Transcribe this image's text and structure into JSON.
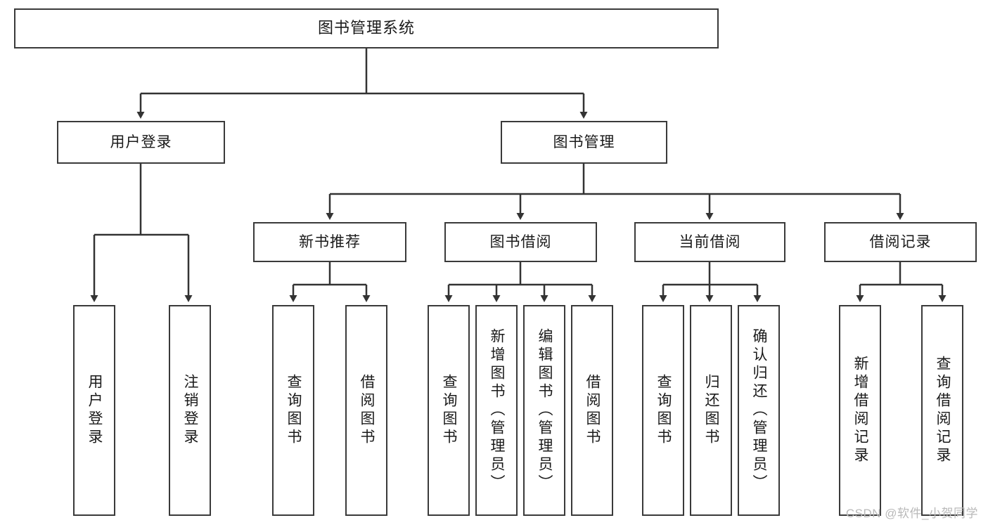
{
  "diagram": {
    "title": "图书管理系统",
    "type": "hierarchy-tree",
    "watermark": "CSDN @软件_小贺同学",
    "colors": {
      "box_border": "#3a3a3a",
      "box_fill": "#ffffff",
      "connector": "#333333",
      "text": "#1a1a1a",
      "watermark": "#b9b9b9"
    },
    "nodes": {
      "root": {
        "label": "图书管理系统"
      },
      "level1": [
        {
          "id": "user-login",
          "label": "用户登录"
        },
        {
          "id": "book-manage",
          "label": "图书管理"
        }
      ],
      "level2": [
        {
          "id": "new-book-recommend",
          "label": "新书推荐"
        },
        {
          "id": "book-borrow",
          "label": "图书借阅"
        },
        {
          "id": "current-borrow",
          "label": "当前借阅"
        },
        {
          "id": "borrow-record",
          "label": "借阅记录"
        }
      ],
      "leaves": {
        "user_login": [
          {
            "id": "leaf-user-login",
            "label": "用户登录"
          },
          {
            "id": "leaf-logout",
            "label": "注销登录"
          }
        ],
        "new_book_recommend": [
          {
            "id": "leaf-query-book-1",
            "label": "查询图书"
          },
          {
            "id": "leaf-borrow-book-1",
            "label": "借阅图书"
          }
        ],
        "book_borrow": [
          {
            "id": "leaf-query-book-2",
            "label": "查询图书"
          },
          {
            "id": "leaf-add-book",
            "label": "新增图书（管理员）"
          },
          {
            "id": "leaf-edit-book",
            "label": "编辑图书（管理员）"
          },
          {
            "id": "leaf-borrow-book-2",
            "label": "借阅图书"
          }
        ],
        "current_borrow": [
          {
            "id": "leaf-query-book-3",
            "label": "查询图书"
          },
          {
            "id": "leaf-return-book",
            "label": "归还图书"
          },
          {
            "id": "leaf-confirm-return",
            "label": "确认归还（管理员）"
          }
        ],
        "borrow_record": [
          {
            "id": "leaf-add-record",
            "label": "新增借阅记录"
          },
          {
            "id": "leaf-query-record",
            "label": "查询借阅记录"
          }
        ]
      }
    }
  }
}
